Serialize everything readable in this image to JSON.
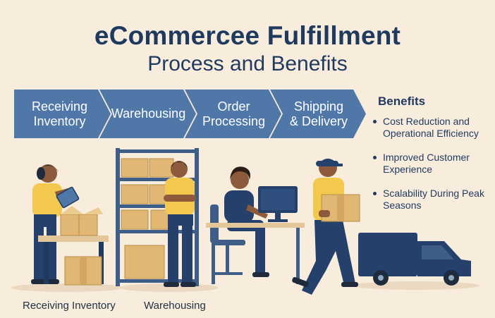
{
  "header": {
    "title": "eCommercee Fulfillment",
    "subtitle": "Process and Benefits"
  },
  "process_steps": [
    {
      "label": "Receiving\nInventory"
    },
    {
      "label": "Warehousing"
    },
    {
      "label": "Order\nProcessing"
    },
    {
      "label": "Shipping\n& Delivery"
    }
  ],
  "benefits": {
    "heading": "Benefits",
    "items": [
      "Cost Reduction and Operational Efficiency",
      "Improved Customer Experience",
      "Scalability During Peak Seasons"
    ]
  },
  "captions": {
    "receiving": "Receiving Inventory",
    "warehousing": "Warehousing"
  },
  "colors": {
    "background": "#f8ecdc",
    "chevron": "#4f78a8",
    "navy": "#1f3a5f",
    "shirt": "#f2c94c",
    "box": "#e0b773"
  }
}
